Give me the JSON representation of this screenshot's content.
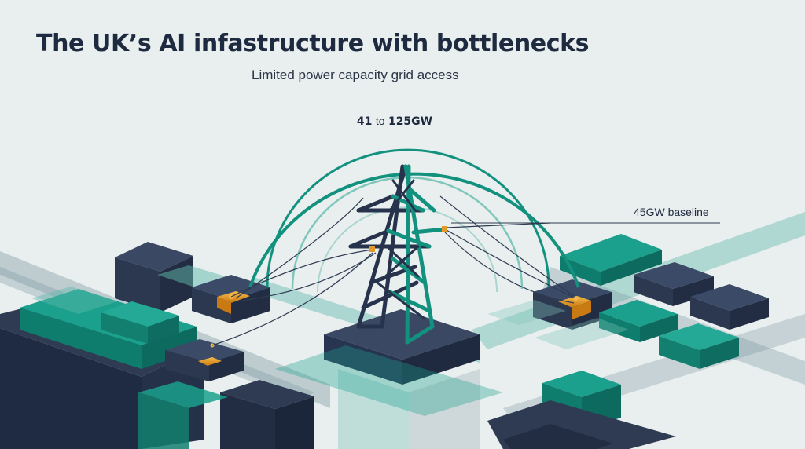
{
  "title": "The UK’s AI infastructure with bottlenecks",
  "subtitle": "Limited power capacity grid access",
  "range": {
    "low": "41",
    "separator": "to",
    "high": "125GW"
  },
  "baseline_label": "45GW baseline",
  "colors": {
    "background": "#e9eeee",
    "navy": "#2e3b52",
    "teal": "#12917f",
    "teal_light": "#5fb9ac",
    "amber": "#e39a26"
  },
  "icons": [
    "transmission-tower-icon",
    "data-center-block-icon"
  ]
}
